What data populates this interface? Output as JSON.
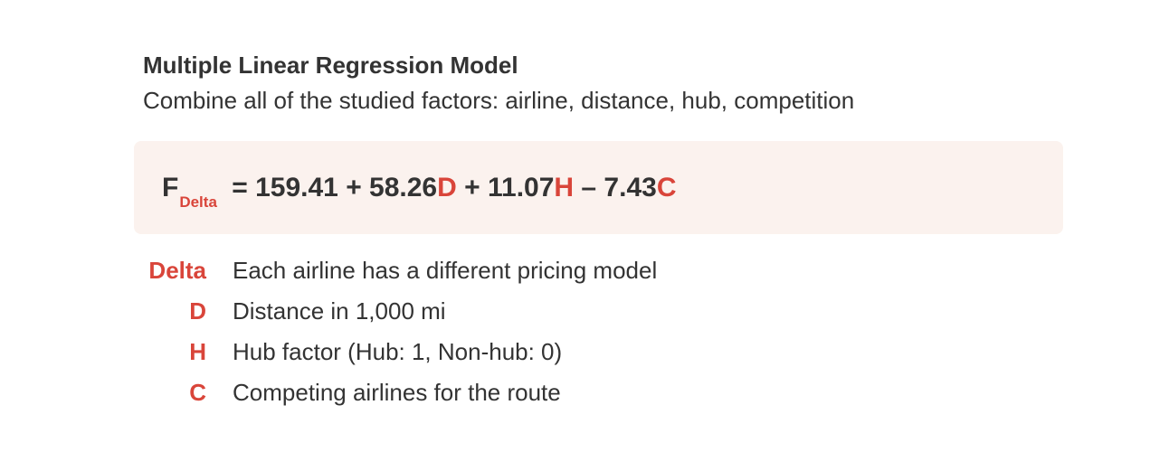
{
  "header": {
    "title": "Multiple Linear Regression Model",
    "subtitle": "Combine all of the studied factors: airline, distance, hub, competition"
  },
  "formula": {
    "lhs": "F",
    "lhs_subscript": "Delta",
    "eq": " = 159.41 + 58.26",
    "var1": "D",
    "op1": " + 11.07",
    "var2": "H",
    "op2": " – 7.43",
    "var3": "C"
  },
  "legend": [
    {
      "symbol": "Delta",
      "description": "Each airline has a different pricing model"
    },
    {
      "symbol": "D",
      "description": "Distance in 1,000 mi"
    },
    {
      "symbol": "H",
      "description": "Hub factor (Hub: 1, Non-hub: 0)"
    },
    {
      "symbol": "C",
      "description": "Competing airlines for the route"
    }
  ],
  "colors": {
    "accent": "#d9453a",
    "text": "#333333",
    "formula_background": "#fbf2ee"
  }
}
